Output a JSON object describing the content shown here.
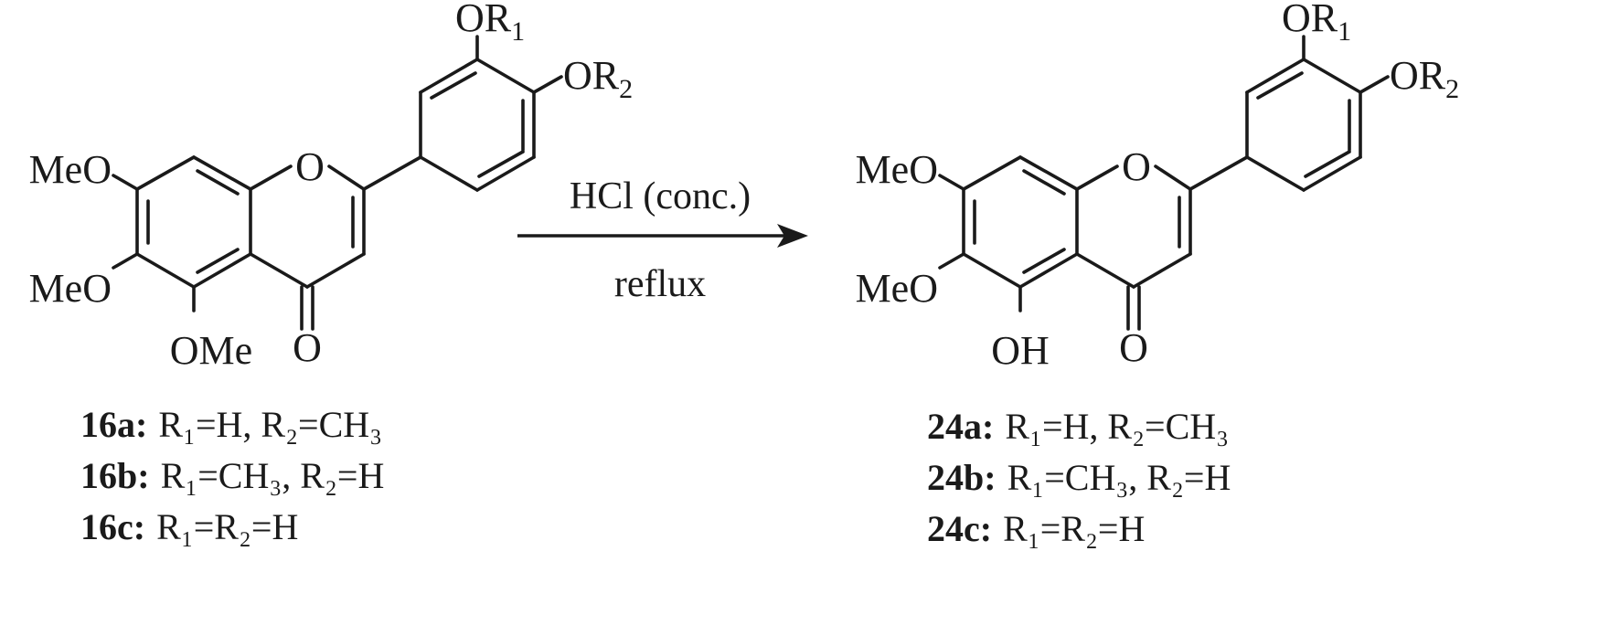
{
  "reaction": {
    "condition_top": "HCl (conc.)",
    "condition_bottom": "reflux"
  },
  "reactant": {
    "substituents": {
      "meo7": "MeO",
      "meo6": "MeO",
      "ome5": "OMe",
      "carbonyl_o": "O",
      "ring_o": "O",
      "or1": "OR",
      "or1_sub": "1",
      "or2": "OR",
      "or2_sub": "2"
    },
    "labels": [
      {
        "id": "16a:",
        "text": "R₁=H, R₂=CH₃"
      },
      {
        "id": "16b:",
        "text": "R₁=CH₃, R₂=H"
      },
      {
        "id": "16c:",
        "text": "R₁=R₂=H"
      }
    ]
  },
  "product": {
    "substituents": {
      "meo7": "MeO",
      "meo6": "MeO",
      "oh5": "OH",
      "carbonyl_o": "O",
      "ring_o": "O",
      "or1": "OR",
      "or1_sub": "1",
      "or2": "OR",
      "or2_sub": "2"
    },
    "labels": [
      {
        "id": "24a:",
        "text": "R₁=H, R₂=CH₃"
      },
      {
        "id": "24b:",
        "text": "R₁=CH₃, R₂=H"
      },
      {
        "id": "24c:",
        "text": "R₁=R₂=H"
      }
    ]
  }
}
